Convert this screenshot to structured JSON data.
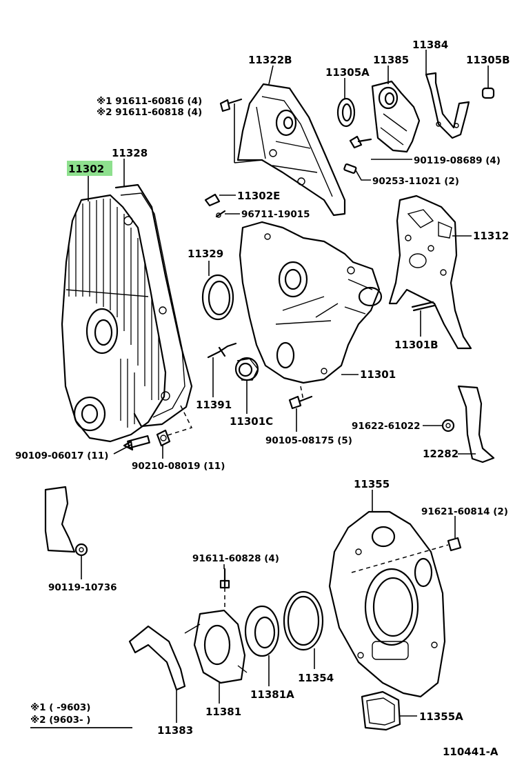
{
  "labels": {
    "l_11322b": "11322B",
    "l_11385": "11385",
    "l_11384": "11384",
    "l_11305a": "11305A",
    "l_11305b": "11305B",
    "l_91611_60816": "※1 91611-60816 (4)",
    "l_91611_60818": "※2 91611-60818 (4)",
    "l_11328": "11328",
    "l_11302": "11302",
    "l_90119_08689": "90119-08689 (4)",
    "l_90253_11021": "90253-11021 (2)",
    "l_11302e": "11302E",
    "l_96711_19015": "96711-19015",
    "l_11312": "11312",
    "l_11329": "11329",
    "l_11301b": "11301B",
    "l_11301": "11301",
    "l_11391": "11391",
    "l_11301c": "11301C",
    "l_91622_61022": "91622-61022",
    "l_90105_08175": "90105-08175 (5)",
    "l_12282": "12282",
    "l_90109_06017": "90109-06017 (11)",
    "l_90210_08019": "90210-08019 (11)",
    "l_11355": "11355",
    "l_91621_60814": "91621-60814 (2)",
    "l_90119_10736": "90119-10736",
    "l_91611_60828": "91611-60828 (4)",
    "l_11381a": "11381A",
    "l_11354": "11354",
    "l_11381": "11381",
    "l_11383": "11383",
    "l_11355a": "11355A",
    "legend_1": "※1 (       -9603)",
    "legend_2": "※2 (9603-          )",
    "figure_id": "110441-A"
  },
  "highlight_color": "#8ee08e"
}
